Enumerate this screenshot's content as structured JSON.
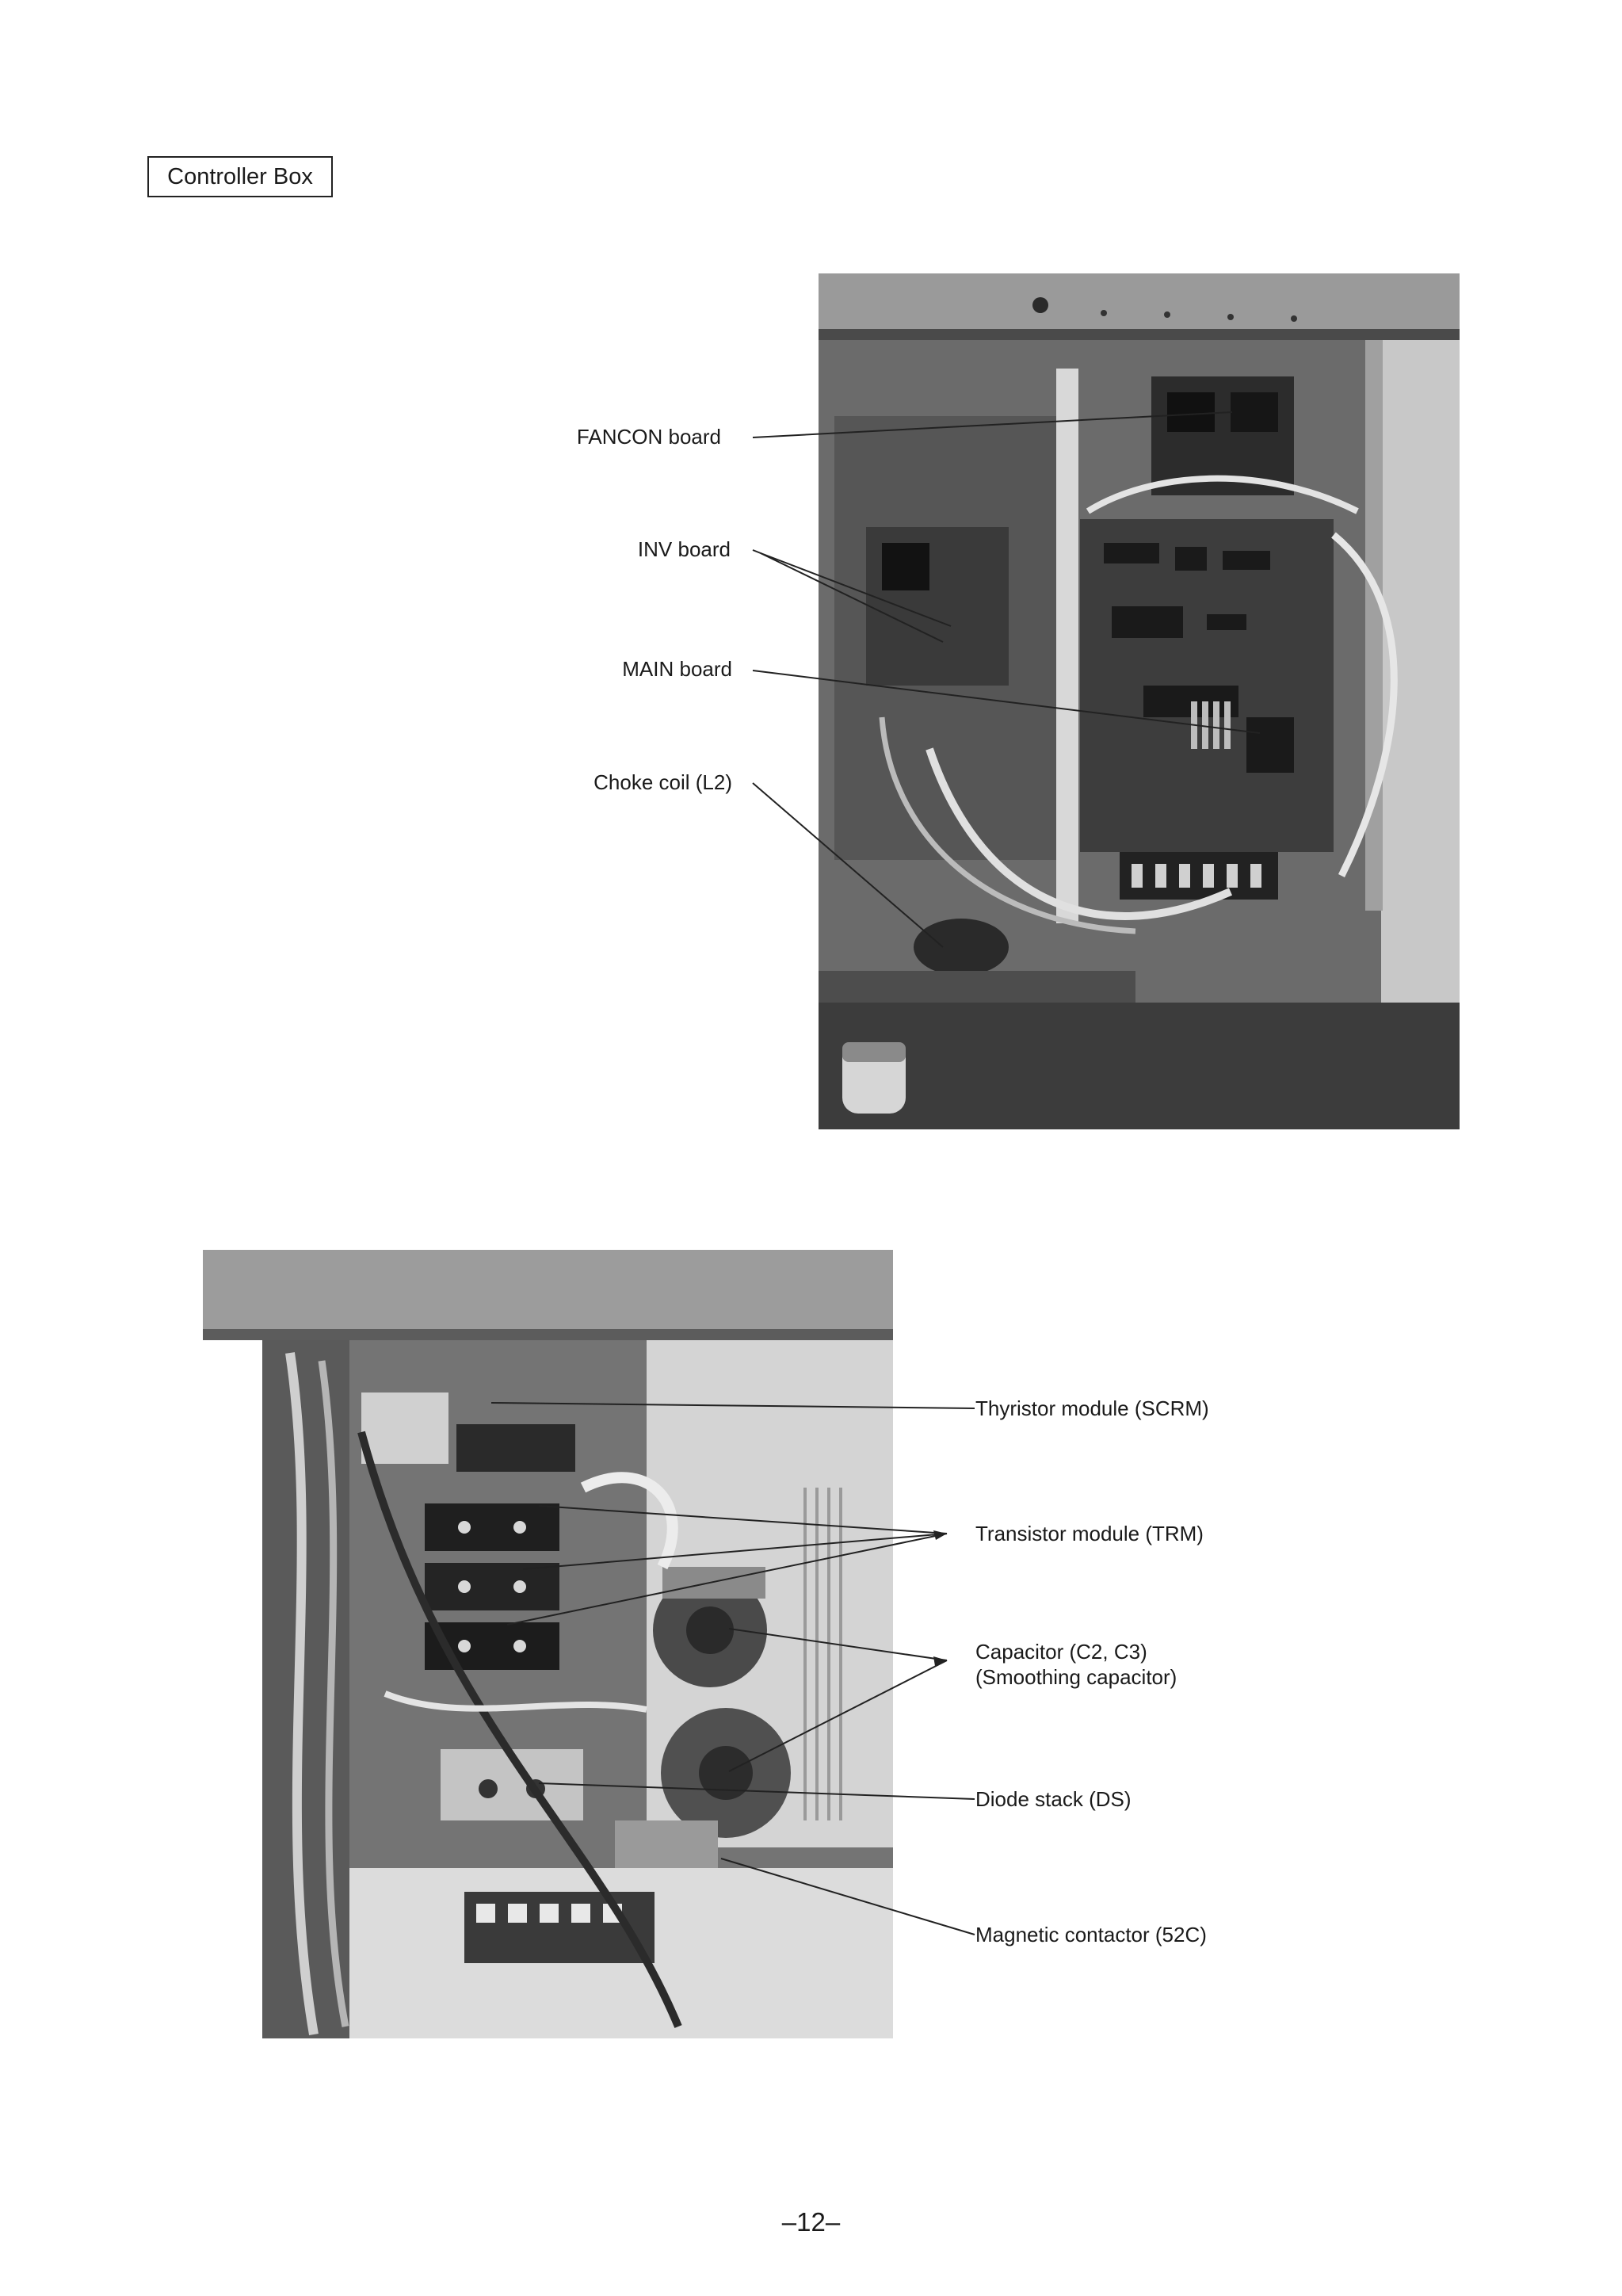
{
  "section_title": "Controller Box",
  "top_photo": {
    "labels": {
      "fancon": "FANCON board",
      "inv": "INV board",
      "main": "MAIN board",
      "choke": "Choke coil (L2)"
    }
  },
  "bottom_photo": {
    "labels": {
      "scrm": "Thyristor module (SCRM)",
      "trm": "Transistor module (TRM)",
      "cap_line1": "Capacitor (C2, C3)",
      "cap_line2": "(Smoothing capacitor)",
      "ds": "Diode stack (DS)",
      "contactor": "Magnetic contactor (52C)"
    }
  },
  "page_number": "–12–"
}
